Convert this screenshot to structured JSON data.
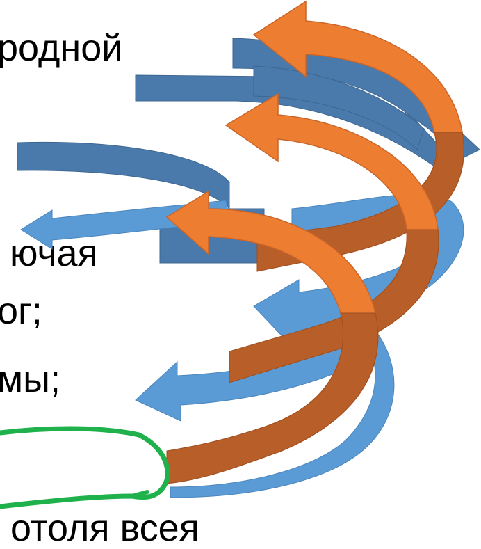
{
  "text_fragments": [
    {
      "id": "line1",
      "text": "родной"
    },
    {
      "id": "line2",
      "text": "ючая"
    },
    {
      "id": "line3",
      "text": "ог;"
    },
    {
      "id": "line4",
      "text": "мы;"
    },
    {
      "id": "line5",
      "text": "отоля всея"
    }
  ],
  "colors": {
    "dark_blue": "#4a7aab",
    "light_blue": "#5b9bd5",
    "orange": "#ed7d31",
    "dark_orange": "#b85e28",
    "highlight_green": "#1fb14b"
  }
}
